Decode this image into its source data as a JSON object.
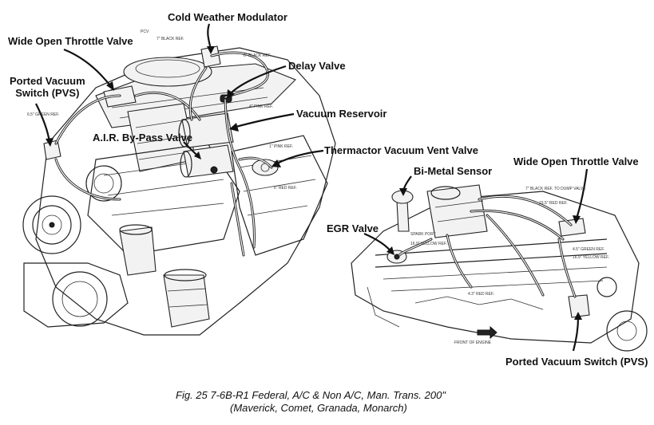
{
  "callouts": {
    "cold_weather_modulator": "Cold Weather Modulator",
    "wide_open_throttle_valve_left": "Wide Open Throttle Valve",
    "ported_vacuum_switch_left": "Ported Vacuum\nSwitch (PVS)",
    "delay_valve": "Delay Valve",
    "vacuum_reservoir": "Vacuum Reservoir",
    "air_bypass_valve": "A.I.R. By-Pass Valve",
    "thermactor_vacuum_vent_valve": "Thermactor Vacuum Vent Valve",
    "bi_metal_sensor": "Bi-Metal Sensor",
    "wide_open_throttle_valve_right": "Wide Open Throttle Valve",
    "egr_valve": "EGR Valve",
    "ported_vacuum_switch_right": "Ported Vacuum Switch (PVS)"
  },
  "hose_labels": {
    "pcv": "PCV",
    "black_ref_1": "7\" BLACK REF.",
    "black_ref_2": "6\" BLACK REF.",
    "green_ref_left": "6.5\" GREEN REF.",
    "pink_ref_1": "4\" PINK REF.",
    "pink_ref_2": "1\" PINK REF.",
    "red_ref": "6\" RED REF.",
    "black_ref_dump": "7\" BLACK REF. TO DUMP VALVE",
    "red_ref_right": "23.5\" RED REF.",
    "spark_port": "SPARK PORT",
    "yellow_ref": "16.9\" YELLOW REF.",
    "green_ref_right": "4.5\" GREEN REF.",
    "yellow_ref_right": "16.9\" YELLOW REF.",
    "red_ref_lower": "4.3\" RED REF.",
    "front_of_engine": "FRONT OF ENGINE"
  },
  "caption": {
    "line1": "Fig. 25    7-6B-R1 Federal, A/C & Non A/C, Man. Trans. 200\"",
    "line2": "(Maverick, Comet, Granada, Monarch)"
  }
}
